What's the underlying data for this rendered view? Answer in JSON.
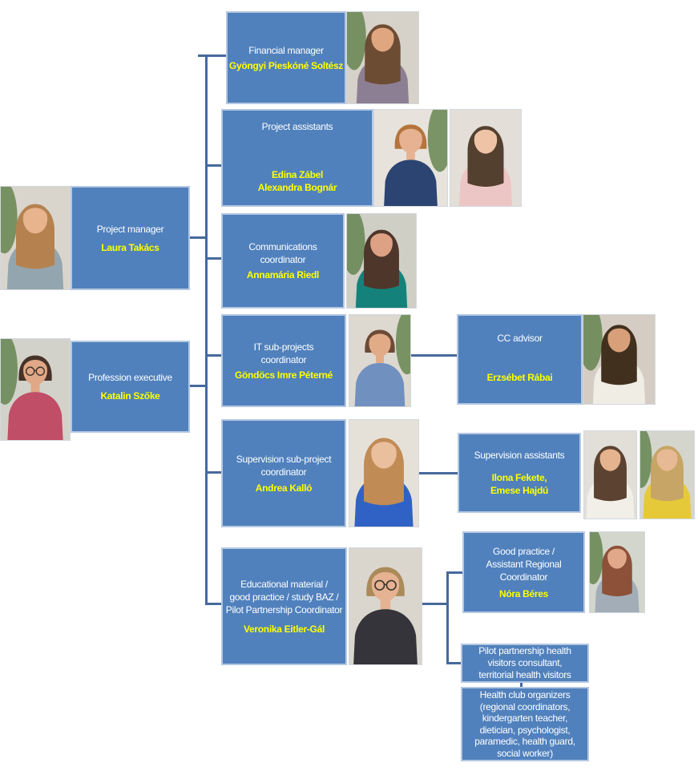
{
  "colors": {
    "box_fill": "#5081bd",
    "box_border": "#b5c8e2",
    "connector": "#46699c",
    "title_text": "#ffffff",
    "name_text": "#ffff00",
    "background": "#ffffff"
  },
  "nodes": {
    "project_manager": {
      "title": "Project manager",
      "name": "Laura Takács"
    },
    "profession_executive": {
      "title": "Profession executive",
      "name": "Katalin Szőke"
    },
    "financial_manager": {
      "title": "Financial manager",
      "name": "Gyöngyi Pieskóné Soltész"
    },
    "project_assistants": {
      "title": "Project assistants",
      "name": "Edina Zábel\nAlexandra Bognár"
    },
    "communications_coordinator": {
      "title": "Communications\ncoordinator",
      "name": "Annamária Riedl"
    },
    "it_coordinator": {
      "title": "IT sub-projects\ncoordinator",
      "name": "Göndöcs Imre Péterné"
    },
    "cc_advisor": {
      "title": "CC advisor",
      "name": "Erzsébet Rábai"
    },
    "supervision_coordinator": {
      "title": "Supervision sub-project\ncoordinator",
      "name": "Andrea Kalló"
    },
    "supervision_assistants": {
      "title": "Supervision assistants",
      "name": "Ilona Fekete,\nEmese Hajdú"
    },
    "educational_coordinator": {
      "title": "Educational material /\ngood practice / study BAZ /\nPilot Partnership Coordinator",
      "name": "Veronika Eitler-Gál"
    },
    "good_practice": {
      "title": "Good practice /\nAssistant Regional\nCoordinator",
      "name": "Nóra Béres"
    },
    "pilot_partnership": {
      "title": "Pilot partnership health\nvisitors consultant,\nterritorial health visitors"
    },
    "health_club": {
      "title": "Health club organizers\n(regional coordinators,\nkindergarten teacher,\ndietician, psychologist,\nparamedic, health guard,\nsocial worker)"
    }
  },
  "people": {
    "laura": {
      "bg": "#d9d5cc",
      "plant": "left",
      "hair": "#b5824f",
      "skin": "#e8b48d",
      "shirt": "#93a5ae",
      "style": "long",
      "glasses": false
    },
    "katalin": {
      "bg": "#d3d2ca",
      "plant": "left",
      "hair": "#463227",
      "skin": "#e0a886",
      "shirt": "#c04e66",
      "style": "short",
      "glasses": true
    },
    "gyongyi": {
      "bg": "#d6d2c9",
      "plant": "left",
      "hair": "#6d4c34",
      "skin": "#e0a67f",
      "shirt": "#8d7f93",
      "style": "long",
      "glasses": false
    },
    "edina": {
      "bg": "#e7e3dc",
      "plant": "right",
      "hair": "#b5743d",
      "skin": "#e6b291",
      "shirt": "#2c4472",
      "style": "short",
      "glasses": false
    },
    "alexandra": {
      "bg": "#e3dfd8",
      "plant": "",
      "hair": "#54402f",
      "skin": "#eec3a6",
      "shirt": "#ecc6c4",
      "style": "long",
      "glasses": false
    },
    "annamaria": {
      "bg": "#cfcfc6",
      "plant": "left",
      "hair": "#4e362a",
      "skin": "#dda184",
      "shirt": "#14827a",
      "style": "long",
      "glasses": false
    },
    "gondocs": {
      "bg": "#ddd9d1",
      "plant": "right",
      "hair": "#6b4b36",
      "skin": "#e2ab87",
      "shirt": "#7090bf",
      "style": "short",
      "glasses": false
    },
    "erzsebet": {
      "bg": "#d5cdc3",
      "plant": "left",
      "hair": "#42301f",
      "skin": "#d8a07a",
      "shirt": "#efede4",
      "style": "long",
      "glasses": false
    },
    "andrea": {
      "bg": "#e5e1d9",
      "plant": "",
      "hair": "#c18b55",
      "skin": "#eabf9d",
      "shirt": "#2f62c4",
      "style": "long",
      "glasses": false
    },
    "ilona": {
      "bg": "#e1dfd8",
      "plant": "",
      "hair": "#5c4331",
      "skin": "#e5b48f",
      "shirt": "#f1efe8",
      "style": "long",
      "glasses": false
    },
    "emese": {
      "bg": "#d4d6cd",
      "plant": "left",
      "hair": "#c7a566",
      "skin": "#e7ba95",
      "shirt": "#e6c938",
      "style": "long",
      "glasses": false
    },
    "veronika": {
      "bg": "#dad6ce",
      "plant": "",
      "hair": "#ab8a5a",
      "skin": "#e5b292",
      "shirt": "#35343a",
      "style": "short",
      "glasses": true
    },
    "nora": {
      "bg": "#d2d6cc",
      "plant": "left",
      "hair": "#8c5138",
      "skin": "#e1a98a",
      "shirt": "#a2adb8",
      "style": "long",
      "glasses": false
    }
  }
}
